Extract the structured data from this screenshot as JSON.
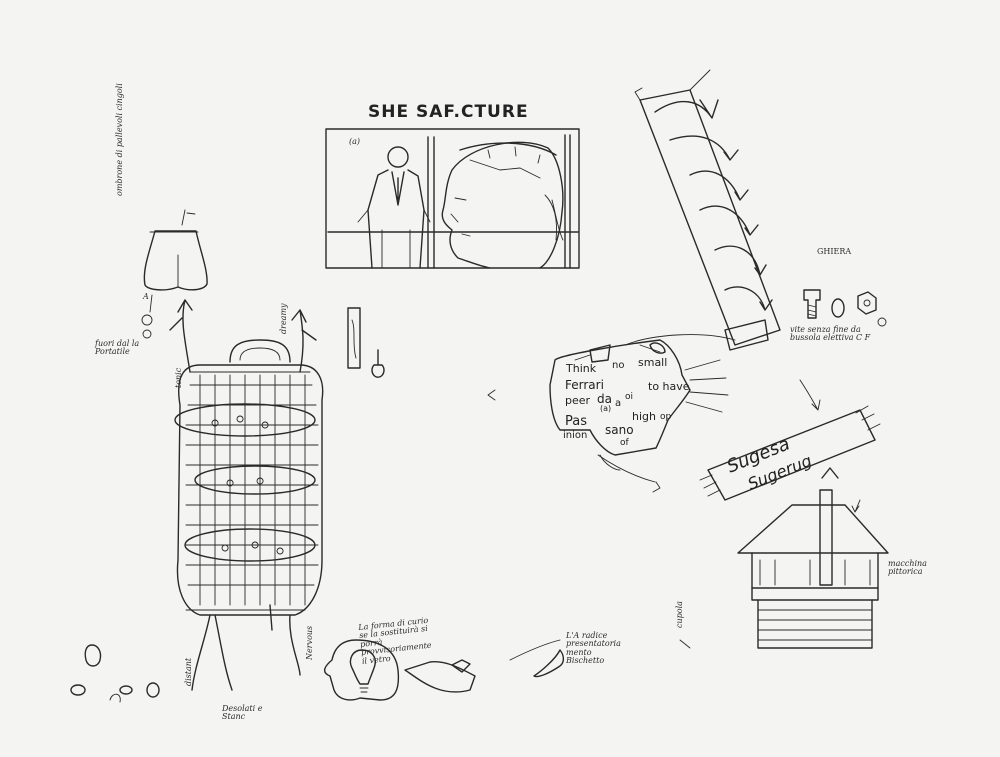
{
  "title": {
    "text": "SHE SAF.CTURE"
  },
  "photo": {
    "marker": "(a)"
  },
  "speech": {
    "words": [
      "Think",
      "no",
      "small",
      "Ferrari",
      "peer",
      "da",
      "oi",
      "to have",
      "Pas",
      "a",
      "high",
      "op",
      "sano",
      "inion",
      "of",
      "(a)"
    ]
  },
  "rug": {
    "line1": "Sugesa",
    "line2": "Sugerug"
  },
  "labels": {
    "torso_note": "ombrone di pallevoli cingoli",
    "torso_mark": "A",
    "fuori": "fuori dal la Portatile",
    "dreamy": "dreamy",
    "tonic": "tonic",
    "distant": "distant",
    "nervous": "Nervous",
    "disgust": "Desolati e Stanc",
    "bulb_note": "La forma di curio se la sostituirà si porrà provvisoriamente il vetro",
    "radice": "L'A radice presentatoria mento Bischetto",
    "cupola": "cupola",
    "machine": "macchina pittorica",
    "ghiera": "GHIERA",
    "screw_note": "vite senza fine da bussola elettiva C F"
  },
  "colors": {
    "ink": "#2a2a2a",
    "paper": "#f4f4f2"
  }
}
